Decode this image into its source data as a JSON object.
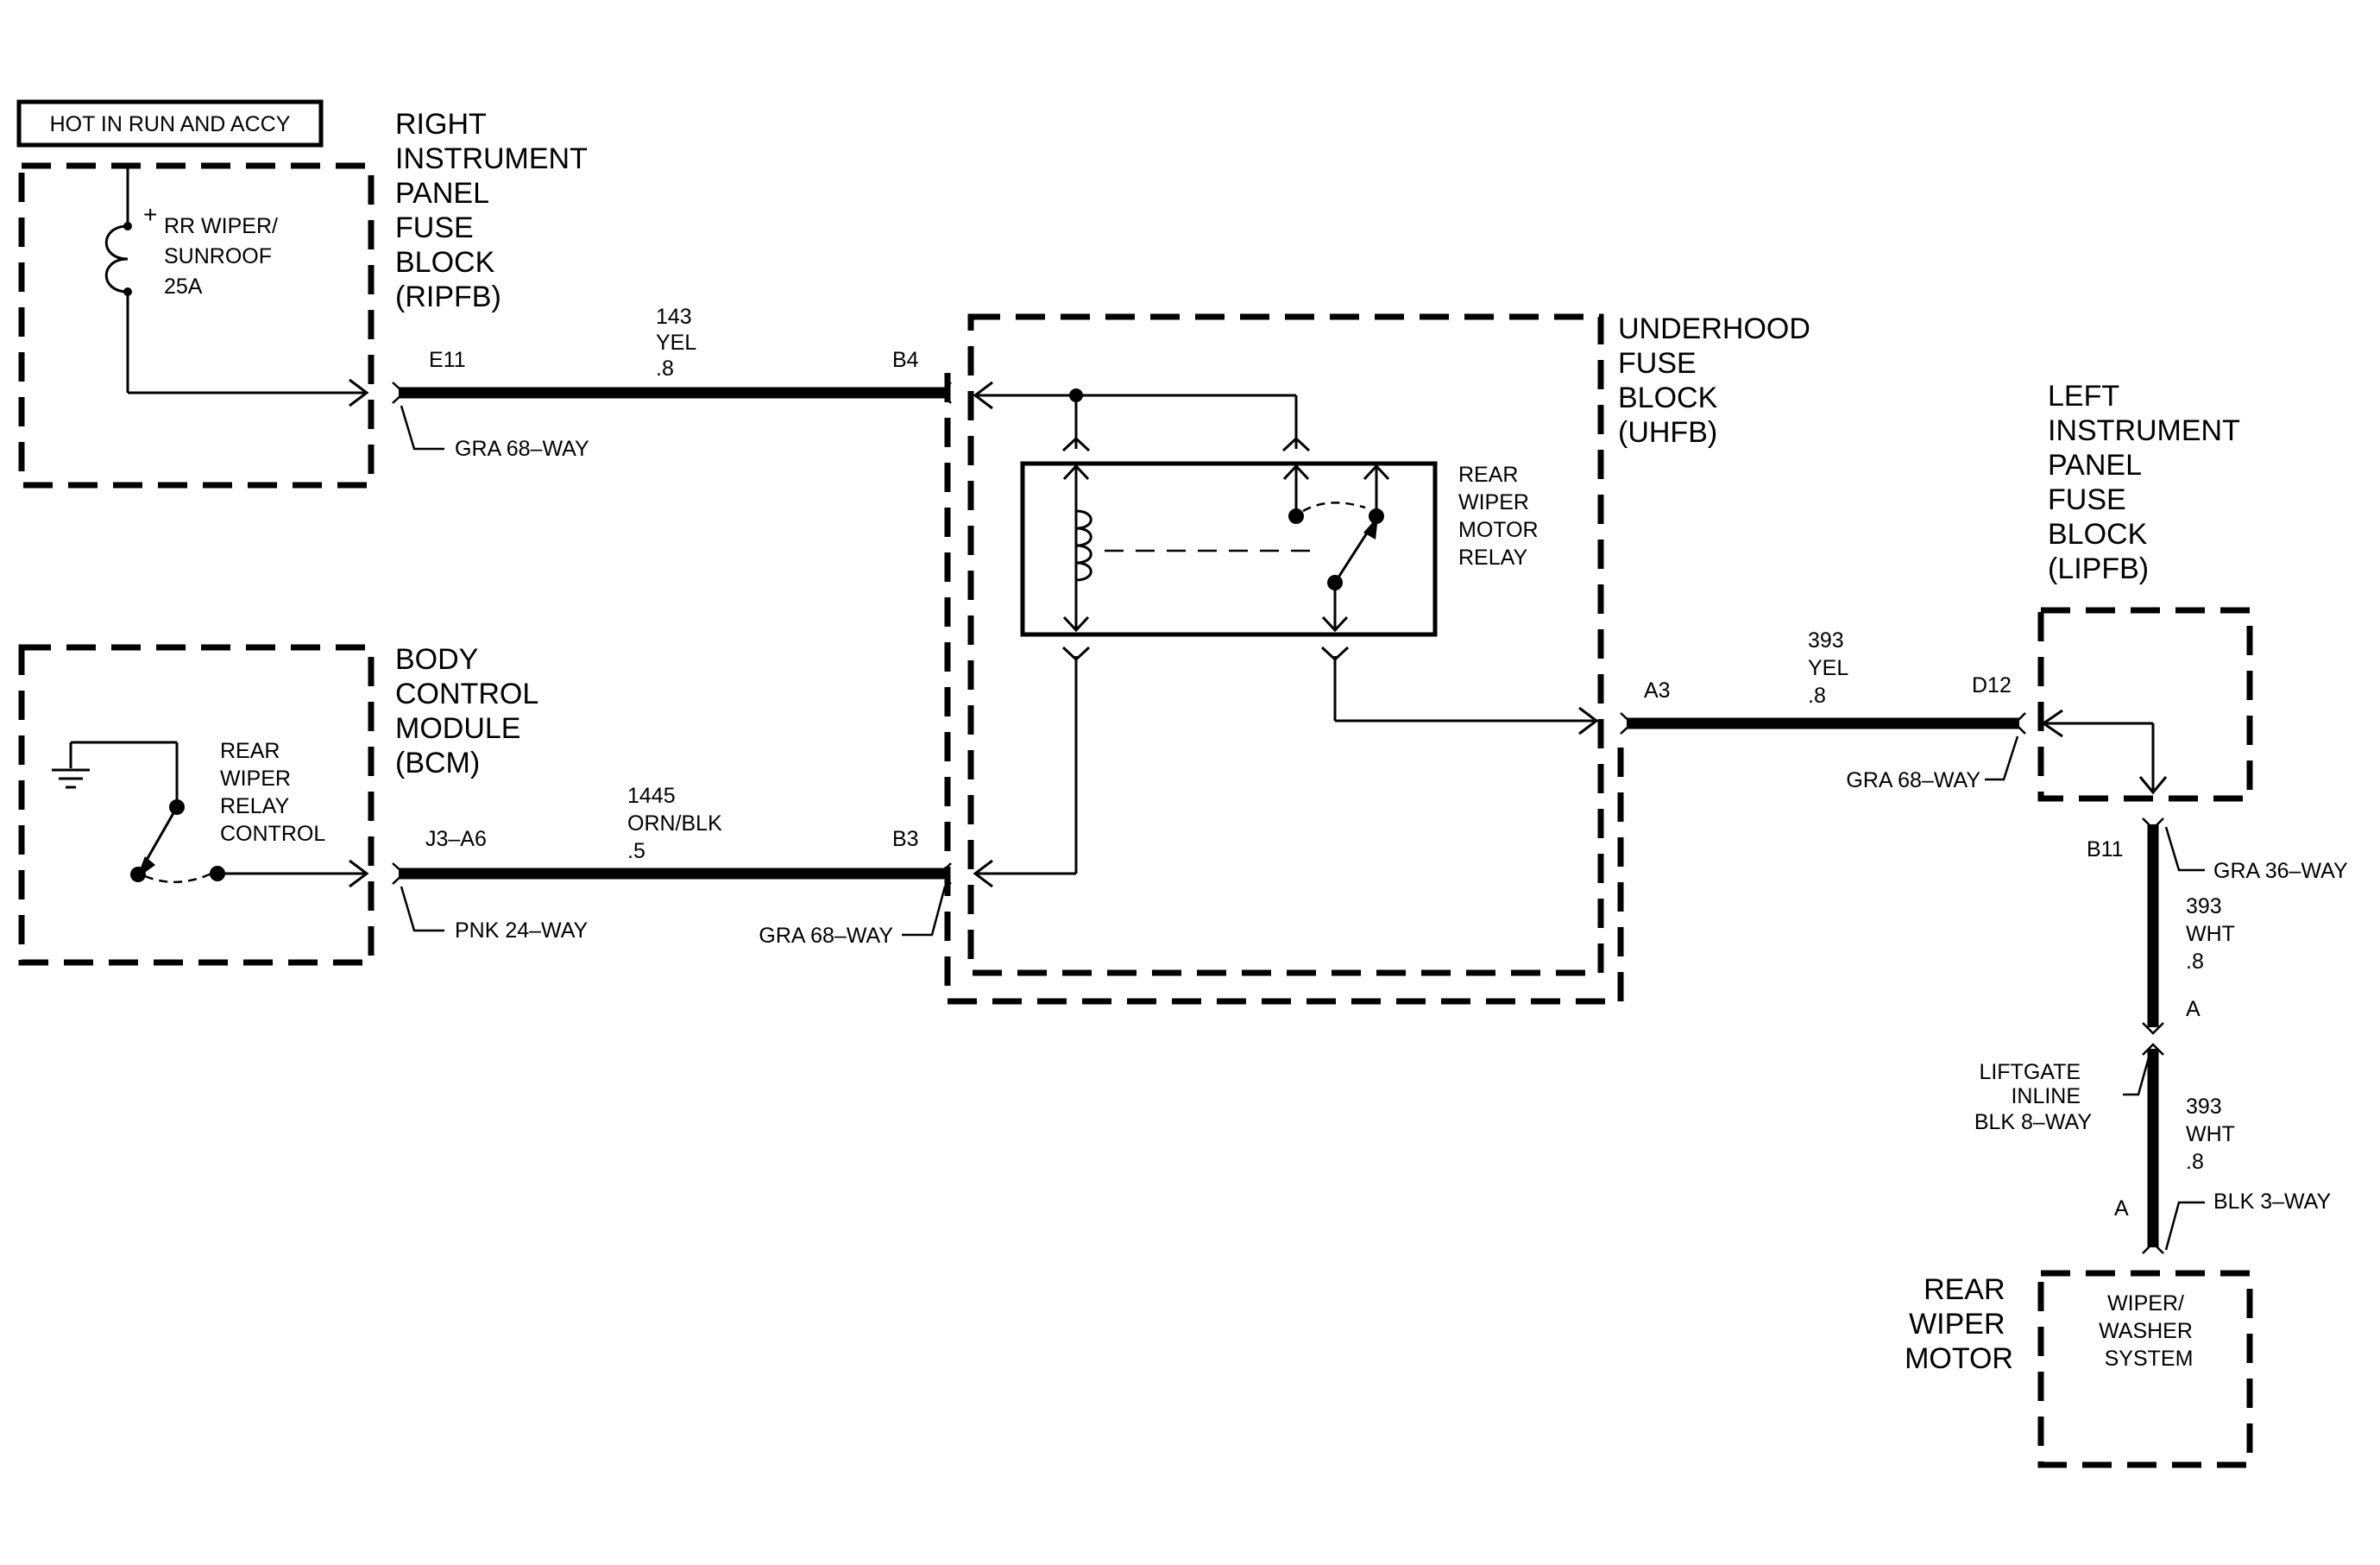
{
  "notes": {
    "hot": "HOT IN RUN AND ACCY"
  },
  "components": {
    "ripfb": [
      "RIGHT",
      "INSTRUMENT",
      "PANEL",
      "FUSE",
      "BLOCK",
      "(RIPFB)"
    ],
    "fuse": [
      "RR WIPER/",
      "SUNROOF",
      "25A"
    ],
    "bcm": [
      "BODY",
      "CONTROL",
      "MODULE",
      "(BCM)"
    ],
    "bcm_switch": [
      "REAR",
      "WIPER",
      "RELAY",
      "CONTROL"
    ],
    "uhfb": [
      "UNDERHOOD",
      "FUSE",
      "BLOCK",
      "(UHFB)"
    ],
    "relay": [
      "REAR",
      "WIPER",
      "MOTOR",
      "RELAY"
    ],
    "lipfb": [
      "LEFT",
      "INSTRUMENT",
      "PANEL",
      "FUSE",
      "BLOCK",
      "(LIPFB)"
    ],
    "motor": [
      "REAR",
      "WIPER",
      "MOTOR"
    ],
    "wiper_system": [
      "WIPER/",
      "WASHER",
      "SYSTEM"
    ]
  },
  "connectors": {
    "ripfb_conn": "GRA 68–WAY",
    "bcm_conn": "PNK 24–WAY",
    "uhfb_conn_left": "GRA 68–WAY",
    "uhfb_conn_right": "GRA 68–WAY",
    "lipfb_conn": "GRA 36–WAY",
    "liftgate": [
      "LIFTGATE",
      "INLINE",
      "BLK 8–WAY"
    ],
    "motor_conn": "BLK 3–WAY"
  },
  "pins": {
    "e11": "E11",
    "b4": "B4",
    "j3a6": "J3–A6",
    "b3": "B3",
    "a3": "A3",
    "d12": "D12",
    "b11": "B11",
    "a_inline": "A",
    "a_motor": "A"
  },
  "wires": {
    "w143": [
      "143",
      "YEL",
      ".8"
    ],
    "w1445": [
      "1445",
      "ORN/BLK",
      ".5"
    ],
    "w393_yel": [
      "393",
      "YEL",
      ".8"
    ],
    "w393_wht1": [
      "393",
      "WHT",
      ".8"
    ],
    "w393_wht2": [
      "393",
      "WHT",
      ".8"
    ]
  }
}
